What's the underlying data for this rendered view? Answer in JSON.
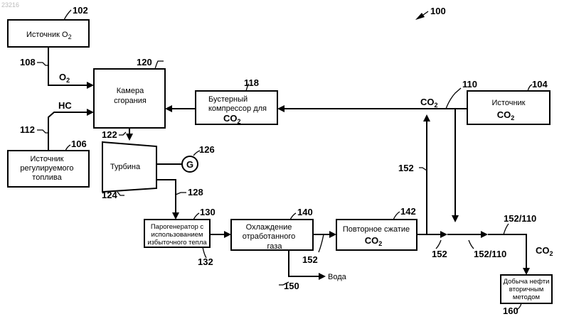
{
  "corner_id": "23216",
  "figure_ref": "100",
  "nodes": {
    "o2_source": {
      "ref": "102",
      "label": "Источник O",
      "sub": "2"
    },
    "fuel_source": {
      "ref": "106",
      "lines": [
        "Источник",
        "регулируемого",
        "топлива"
      ]
    },
    "combustor": {
      "ref": "120",
      "lines": [
        "Камера",
        "сгорания"
      ]
    },
    "booster": {
      "ref": "118",
      "lines": [
        "Бустерный",
        "компрессор для"
      ],
      "formula": "CO",
      "sub": "2"
    },
    "co2_source": {
      "ref": "104",
      "line1": "Источник",
      "formula": "CO",
      "sub": "2"
    },
    "turbine": {
      "ref": "124",
      "label": "Турбина"
    },
    "generator": {
      "ref": "126",
      "label": "G"
    },
    "hrsg": {
      "ref": "130",
      "lines": [
        "Парогенератор с",
        "использованием",
        "избыточного тепла"
      ]
    },
    "cooling": {
      "ref": "140",
      "lines": [
        "Охлаждение",
        "отработанного",
        "газа"
      ]
    },
    "recompress": {
      "ref": "142",
      "line1": "Повторное сжатие",
      "formula": "CO",
      "sub": "2"
    },
    "eor": {
      "ref": "160",
      "lines": [
        "Добыча нефти",
        "вторичным",
        "методом"
      ]
    }
  },
  "streams": {
    "s108": "108",
    "o2_label": "O",
    "o2_sub": "2",
    "hc_label": "HC",
    "s112": "112",
    "s122": "122",
    "s128": "128",
    "s132": "132",
    "s110": "110",
    "co2_label": "CO",
    "co2_sub": "2",
    "s152_vertical": "152",
    "s152_cool": "152",
    "s152_bottom": "152",
    "s152_110_top": "152/110",
    "s152_110_bottom": "152/110",
    "eor_co2": "CO",
    "eor_co2_sub": "2",
    "s150": "150",
    "water_label": "Вода"
  }
}
